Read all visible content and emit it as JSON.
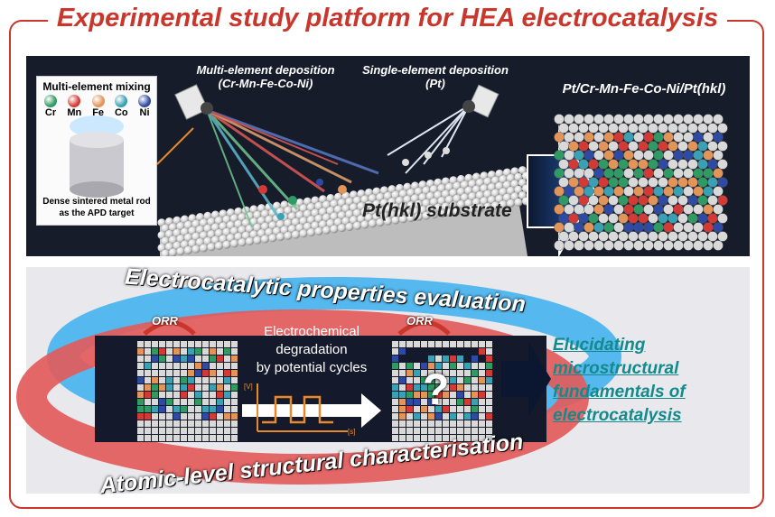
{
  "title": "Experimental study platform for HEA electrocatalysis",
  "top": {
    "mixing_label": "Multi-element mixing",
    "elements": [
      {
        "symbol": "Cr",
        "color": "#2f9a63"
      },
      {
        "symbol": "Mn",
        "color": "#d43a35"
      },
      {
        "symbol": "Fe",
        "color": "#e29459"
      },
      {
        "symbol": "Co",
        "color": "#3aa0b3"
      },
      {
        "symbol": "Ni",
        "color": "#2f4aa3"
      }
    ],
    "rod_caption_line1": "Dense sintered metal rod",
    "rod_caption_line2": "as the APD target",
    "multi_dep_line1": "Multi-element deposition",
    "multi_dep_line2": "(Cr-Mn-Fe-Co-Ni)",
    "single_dep_line1": "Single-element deposition",
    "single_dep_line2": "(Pt)",
    "substrate_label": "Pt(hkl) substrate",
    "result_label": "Pt/Cr-Mn-Fe-Co-Ni/Pt(hkl)"
  },
  "bottom": {
    "ring_top_label": "Electrocatalytic properties evaluation",
    "ring_bottom_label": "Atomic-level structural characterisation",
    "orr_label": "ORR",
    "degradation_line1": "Electrochemical",
    "degradation_line2": "degradation",
    "degradation_line3": "by potential cycles",
    "axis_v": "[V]",
    "axis_s": "[s]",
    "question": "?",
    "conclusion_line1": "Elucidating",
    "conclusion_line2": "microstructural",
    "conclusion_line3": "fundamentals of",
    "conclusion_line4": "electrocatalysis"
  }
}
